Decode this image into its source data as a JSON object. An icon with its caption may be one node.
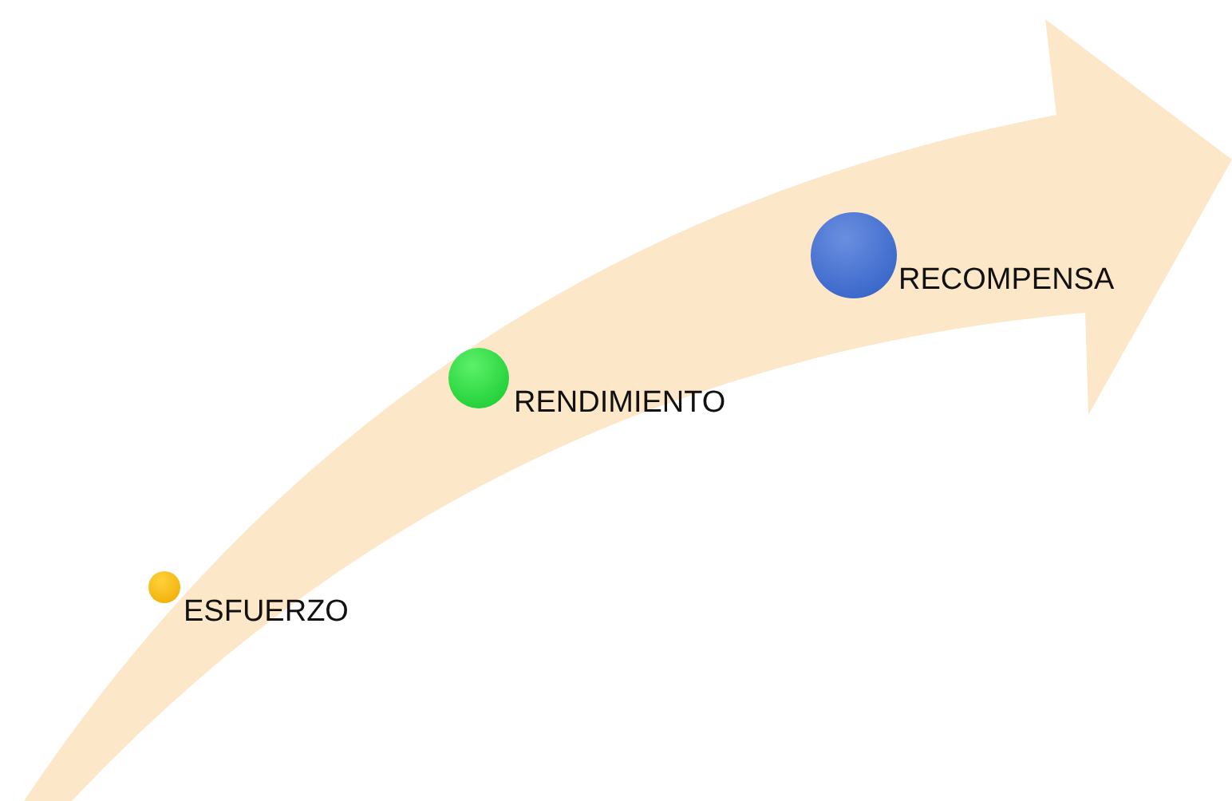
{
  "diagram": {
    "nodes": [
      {
        "text": [],
        "shape": "circle",
        "beside": [
          "ESFUERZO"
        ]
      },
      {
        "text": [],
        "shape": "circle",
        "beside": [
          "RENDIMIENTO"
        ]
      },
      {
        "text": [],
        "shape": "circle",
        "beside": [
          "RECOMPENSA"
        ]
      }
    ]
  }
}
